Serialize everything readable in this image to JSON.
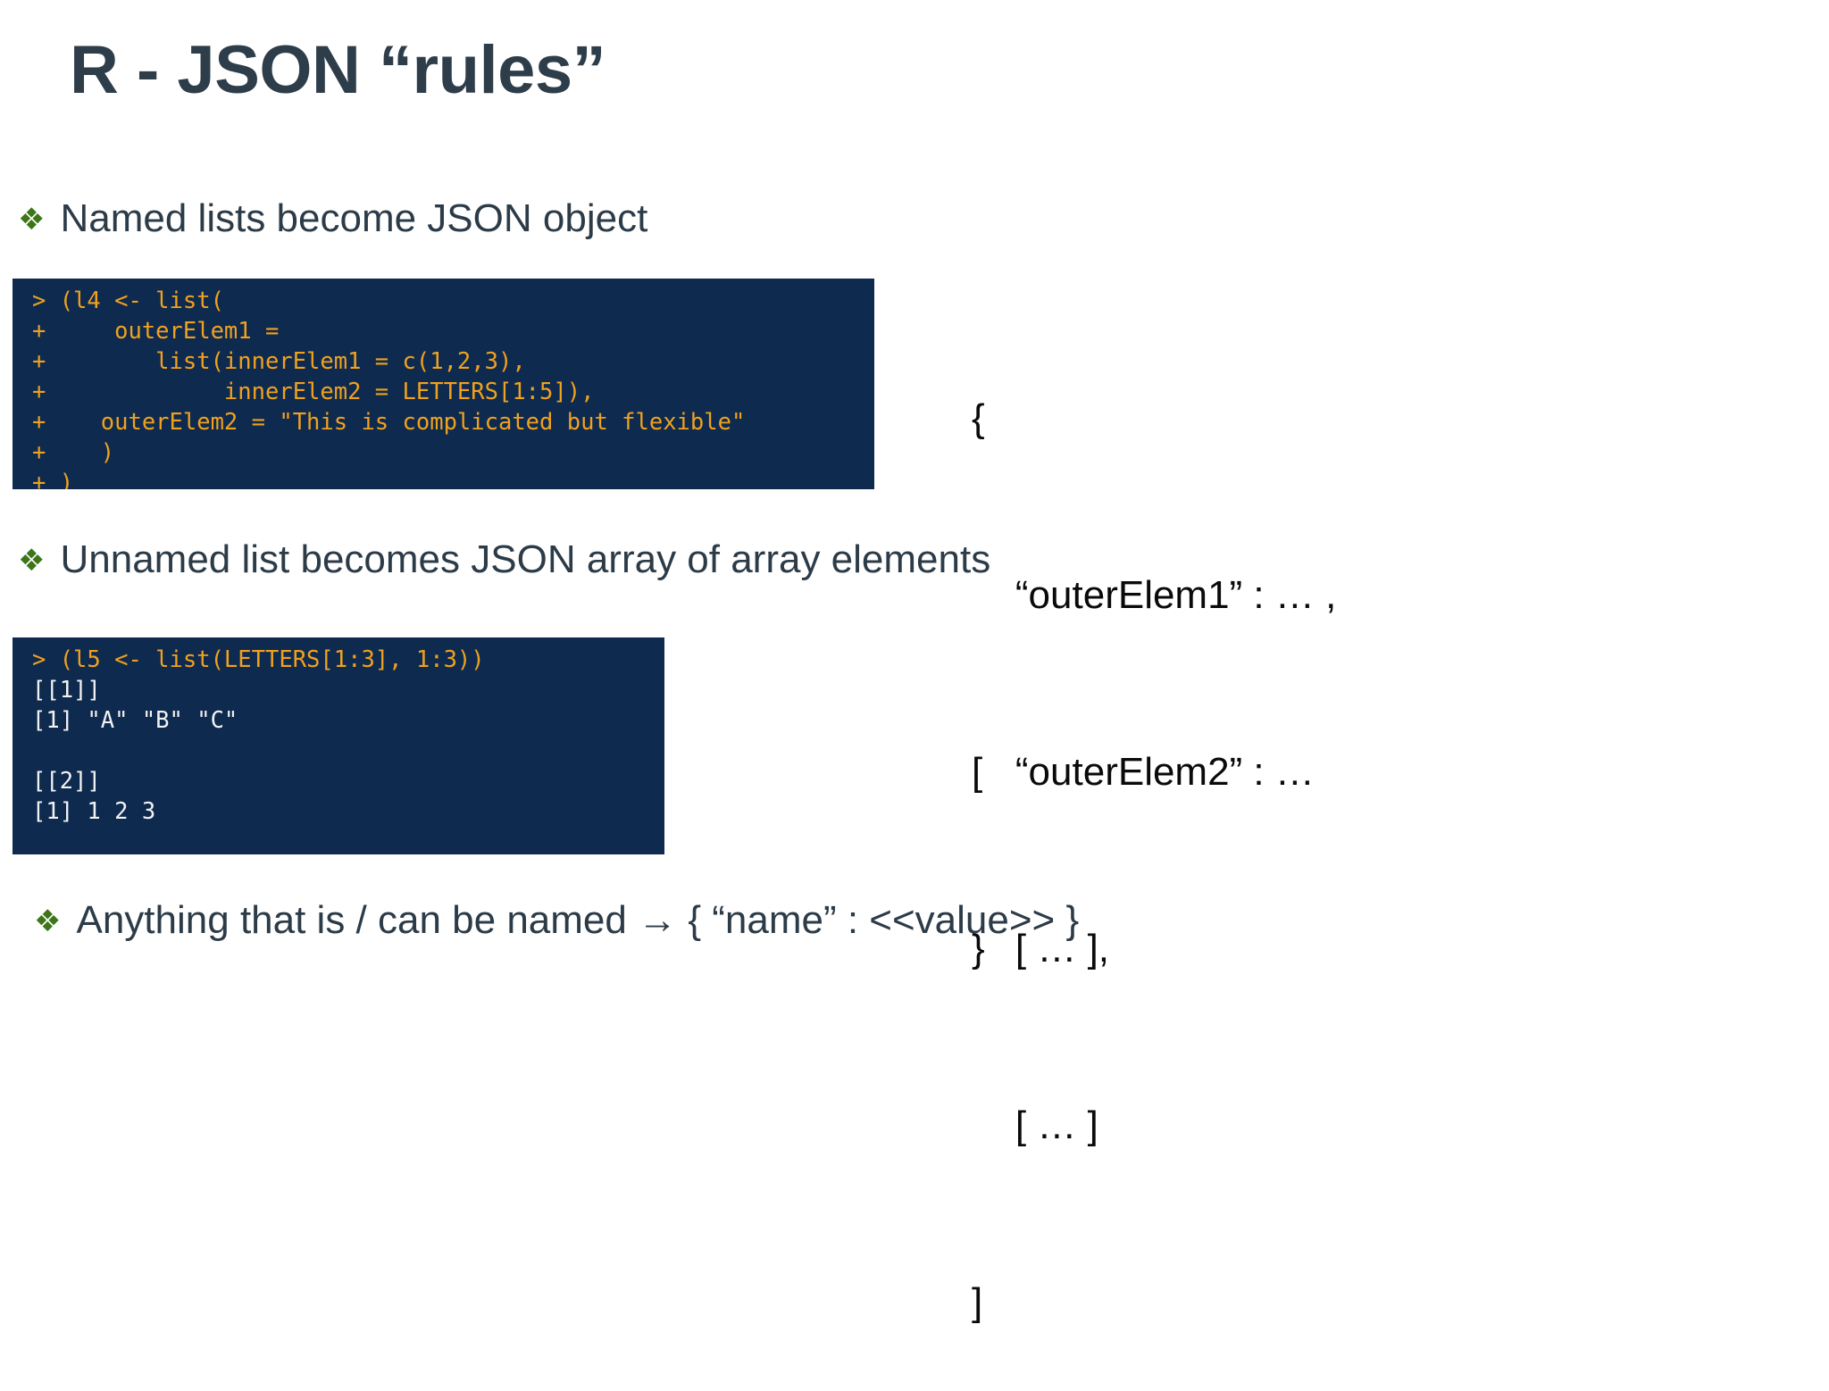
{
  "slide": {
    "title": "R - JSON “rules”",
    "background_color": "#ffffff",
    "title_color": "#2e3d4a",
    "bullet_color": "#3d7519",
    "body_text_color": "#2c3b48",
    "console_bg": "#0e2a4f",
    "console_prompt_color": "#f0a11e",
    "console_output_color": "#f2f2f2",
    "bullet_glyph": "❖"
  },
  "bullets": [
    {
      "glyph_name": "diamond-bullet-icon",
      "text": "Named lists become JSON object"
    },
    {
      "glyph_name": "diamond-bullet-icon",
      "text": "Unnamed list becomes JSON array of array elements"
    },
    {
      "glyph_name": "diamond-bullet-icon",
      "text": "Anything that is / can be named → { “name” : <<value>> }"
    }
  ],
  "console_1": {
    "lines": [
      {
        "type": "prompt",
        "text": "> (l4 <- list("
      },
      {
        "type": "prompt",
        "text": "+     outerElem1 ="
      },
      {
        "type": "prompt",
        "text": "+        list(innerElem1 = c(1,2,3),"
      },
      {
        "type": "prompt",
        "text": "+             innerElem2 = LETTERS[1:5]),"
      },
      {
        "type": "prompt",
        "text": "+    outerElem2 = \"This is complicated but flexible\""
      },
      {
        "type": "prompt",
        "text": "+    )"
      },
      {
        "type": "prompt",
        "text": "+ )"
      }
    ]
  },
  "console_2": {
    "lines": [
      {
        "type": "prompt",
        "text": "> (l5 <- list(LETTERS[1:3], 1:3))"
      },
      {
        "type": "output",
        "text": "[[1]]"
      },
      {
        "type": "output",
        "text": "[1] \"A\" \"B\" \"C\""
      },
      {
        "type": "output",
        "text": ""
      },
      {
        "type": "output",
        "text": "[[2]]"
      },
      {
        "type": "output",
        "text": "[1] 1 2 3"
      }
    ]
  },
  "json_1": {
    "lines": [
      "{",
      "    “outerElem1” : … ,",
      "    “outerElem2” : …",
      "}"
    ]
  },
  "json_2": {
    "lines": [
      "[",
      "    [ … ],",
      "    [ … ]",
      "]"
    ]
  }
}
